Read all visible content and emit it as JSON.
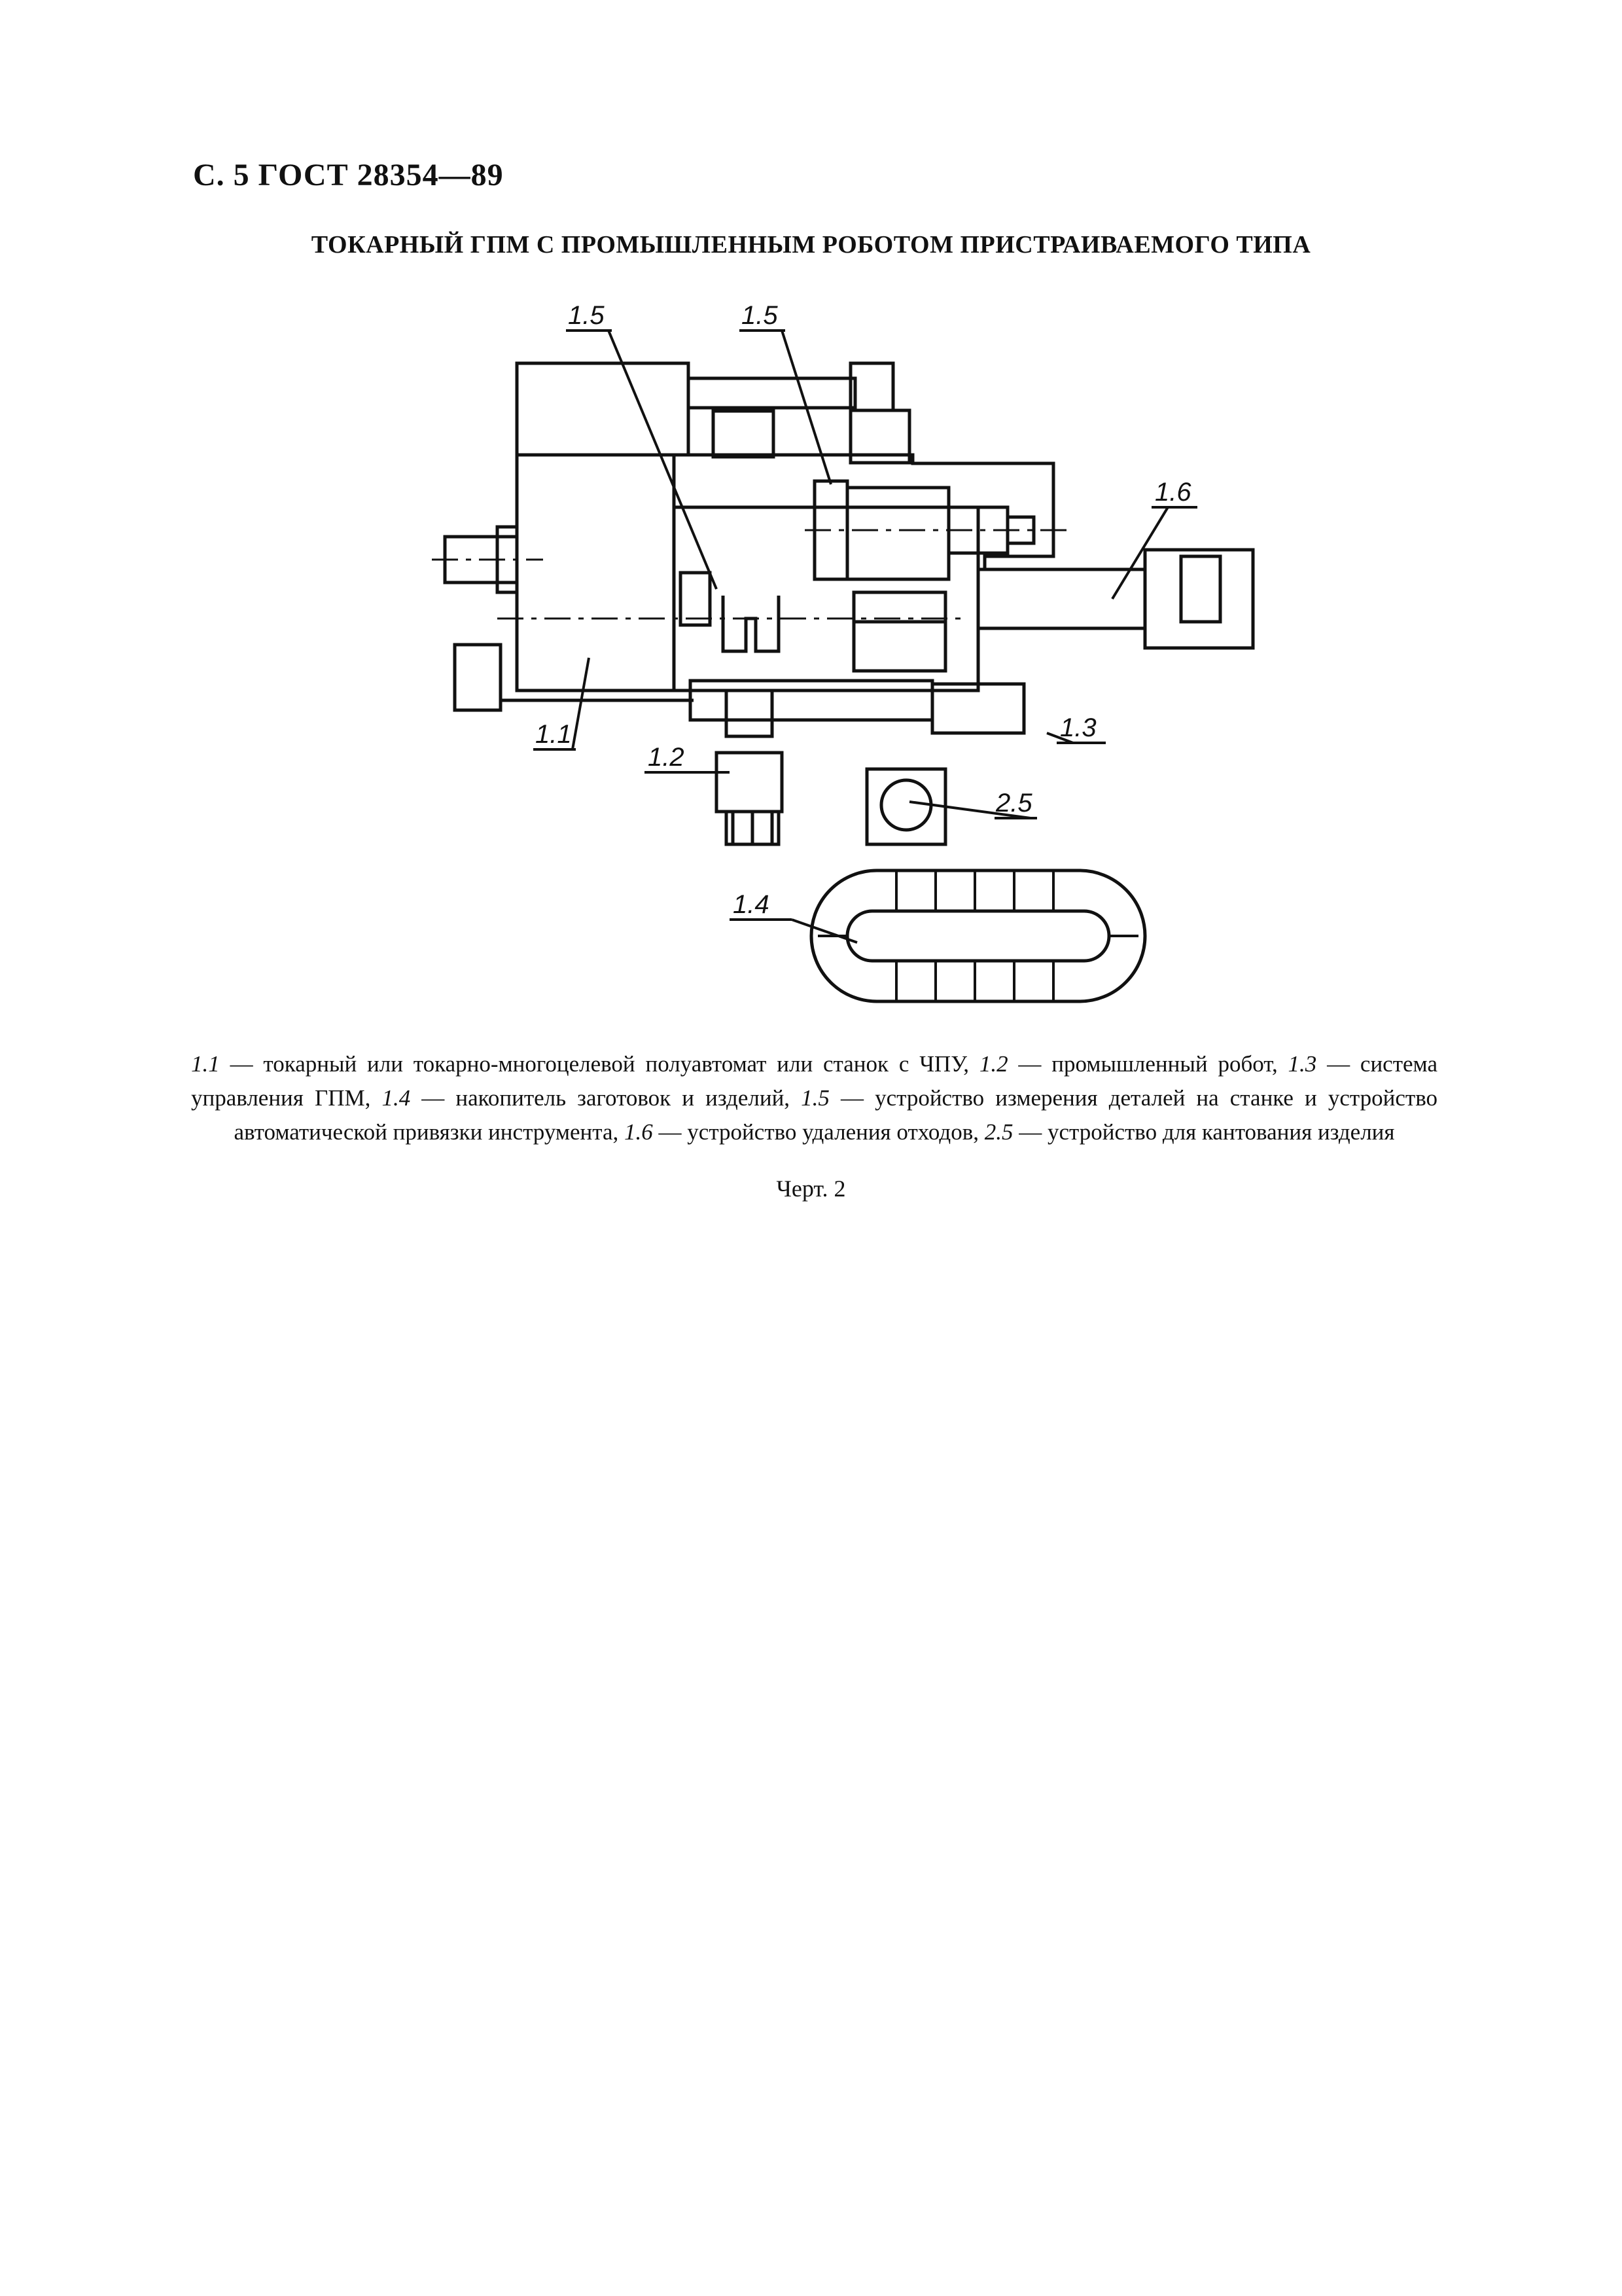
{
  "header": "С. 5 ГОСТ 28354—89",
  "title": "ТОКАРНЫЙ ГПМ С ПРОМЫШЛЕННЫМ РОБОТОМ ПРИСТРАИВАЕМОГО ТИПА",
  "callouts": {
    "c1": "1.5",
    "c2": "1.5",
    "c3": "1.6",
    "c4": "1.1",
    "c5": "1.2",
    "c6": "1.3",
    "c7": "2.5",
    "c8": "1.4"
  },
  "legend": [
    {
      "num": "1.1",
      "text": " — токарный или токарно-многоцелевой полуавтомат или станок с ЧПУ, "
    },
    {
      "num": "1.2",
      "text": " — промышленный робот, "
    },
    {
      "num": "1.3",
      "text": " — система управления ГПМ, "
    },
    {
      "num": "1.4",
      "text": " — накопитель заготовок и изделий, "
    },
    {
      "num": "1.5",
      "text": " — устройство измерения деталей на станке и устройство автоматической привязки инструмента, "
    },
    {
      "num": "1.6",
      "text": " — устройство удаления отходов, "
    },
    {
      "num": "2.5",
      "text": " — устройство для кантования изделия"
    }
  ],
  "figure_caption": "Черт. 2"
}
